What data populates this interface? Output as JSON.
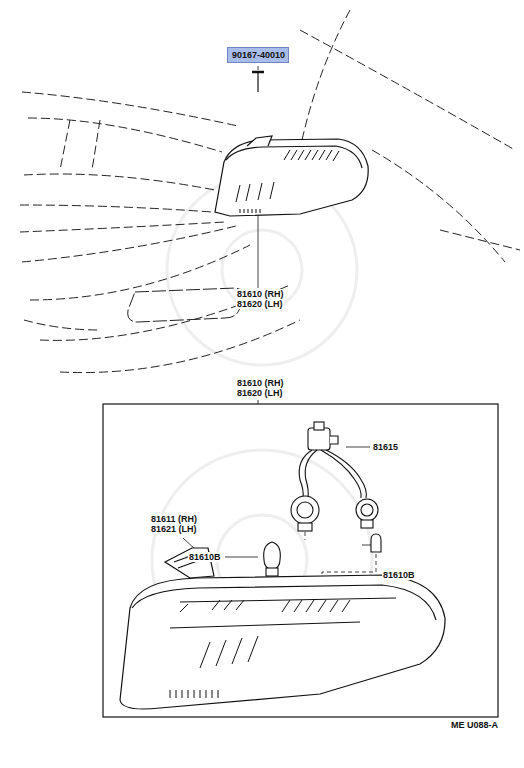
{
  "diagram": {
    "nodes": [
      {
        "text": [
          "90167-40010"
        ]
      }
    ],
    "labels": [
      "81610 (RH)",
      "81620 (LH)",
      "81610 (RH)",
      "81620 (LH)",
      "81615",
      "81611 (RH)",
      "81621 (LH)",
      "81610B",
      "81610B",
      "ME U088-A"
    ]
  }
}
